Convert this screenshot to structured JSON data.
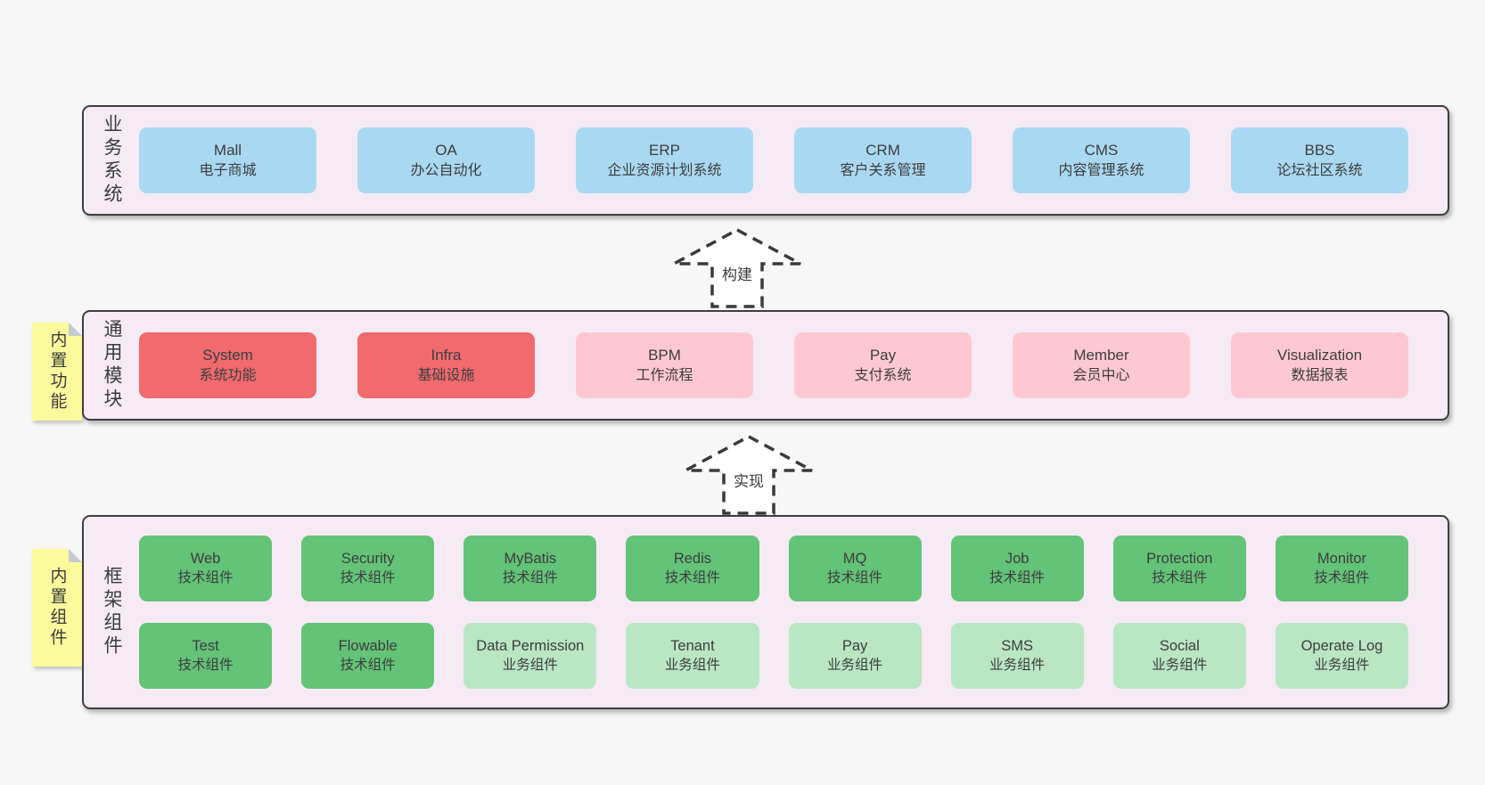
{
  "colors": {
    "canvas_bg": "#f7f7f7",
    "band_bg": "#f6ebf4",
    "band_border": "#3e3e3e",
    "blue_box": "#a9d9f2",
    "red_box": "#f06a6e",
    "pink_box": "#fec8d2",
    "green_dark_box": "#63c377",
    "green_light_box": "#b9e6c3",
    "sticky_yellow": "#fbfb9e",
    "text": "#3d3d3d"
  },
  "arrows": [
    {
      "label": "构建"
    },
    {
      "label": "实现"
    }
  ],
  "bands": [
    {
      "label": "业务系统",
      "boxes": [
        {
          "name": "Mall",
          "desc": "电子商城",
          "variant": "blue"
        },
        {
          "name": "OA",
          "desc": "办公自动化",
          "variant": "blue"
        },
        {
          "name": "ERP",
          "desc": "企业资源计划系统",
          "variant": "blue"
        },
        {
          "name": "CRM",
          "desc": "客户关系管理",
          "variant": "blue"
        },
        {
          "name": "CMS",
          "desc": "内容管理系统",
          "variant": "blue"
        },
        {
          "name": "BBS",
          "desc": "论坛社区系统",
          "variant": "blue"
        }
      ]
    },
    {
      "label": "通用模块",
      "sticky": "内置功能",
      "boxes": [
        {
          "name": "System",
          "desc": "系统功能",
          "variant": "red"
        },
        {
          "name": "Infra",
          "desc": "基础设施",
          "variant": "red"
        },
        {
          "name": "BPM",
          "desc": "工作流程",
          "variant": "pink"
        },
        {
          "name": "Pay",
          "desc": "支付系统",
          "variant": "pink"
        },
        {
          "name": "Member",
          "desc": "会员中心",
          "variant": "pink"
        },
        {
          "name": "Visualization",
          "desc": "数据报表",
          "variant": "pink"
        }
      ]
    },
    {
      "label": "框架组件",
      "sticky": "内置组件",
      "boxes": [
        {
          "name": "Web",
          "desc": "技术组件",
          "variant": "green-dark"
        },
        {
          "name": "Security",
          "desc": "技术组件",
          "variant": "green-dark"
        },
        {
          "name": "MyBatis",
          "desc": "技术组件",
          "variant": "green-dark"
        },
        {
          "name": "Redis",
          "desc": "技术组件",
          "variant": "green-dark"
        },
        {
          "name": "MQ",
          "desc": "技术组件",
          "variant": "green-dark"
        },
        {
          "name": "Job",
          "desc": "技术组件",
          "variant": "green-dark"
        },
        {
          "name": "Protection",
          "desc": "技术组件",
          "variant": "green-dark"
        },
        {
          "name": "Monitor",
          "desc": "技术组件",
          "variant": "green-dark"
        },
        {
          "name": "Test",
          "desc": "技术组件",
          "variant": "green-dark"
        },
        {
          "name": "Flowable",
          "desc": "技术组件",
          "variant": "green-dark"
        },
        {
          "name": "Data Permission",
          "desc": "业务组件",
          "variant": "green-light"
        },
        {
          "name": "Tenant",
          "desc": "业务组件",
          "variant": "green-light"
        },
        {
          "name": "Pay",
          "desc": "业务组件",
          "variant": "green-light"
        },
        {
          "name": "SMS",
          "desc": "业务组件",
          "variant": "green-light"
        },
        {
          "name": "Social",
          "desc": "业务组件",
          "variant": "green-light"
        },
        {
          "name": "Operate Log",
          "desc": "业务组件",
          "variant": "green-light"
        }
      ]
    }
  ]
}
